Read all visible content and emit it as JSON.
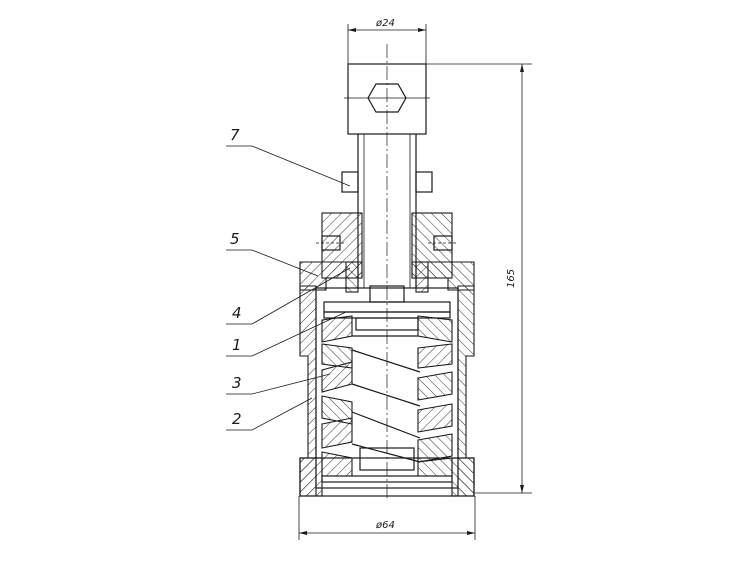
{
  "dimensions": {
    "top_diameter": "ø24",
    "bottom_diameter": "ø64",
    "height": "165"
  },
  "callouts": [
    "7",
    "5",
    "4",
    "1",
    "3",
    "2"
  ]
}
